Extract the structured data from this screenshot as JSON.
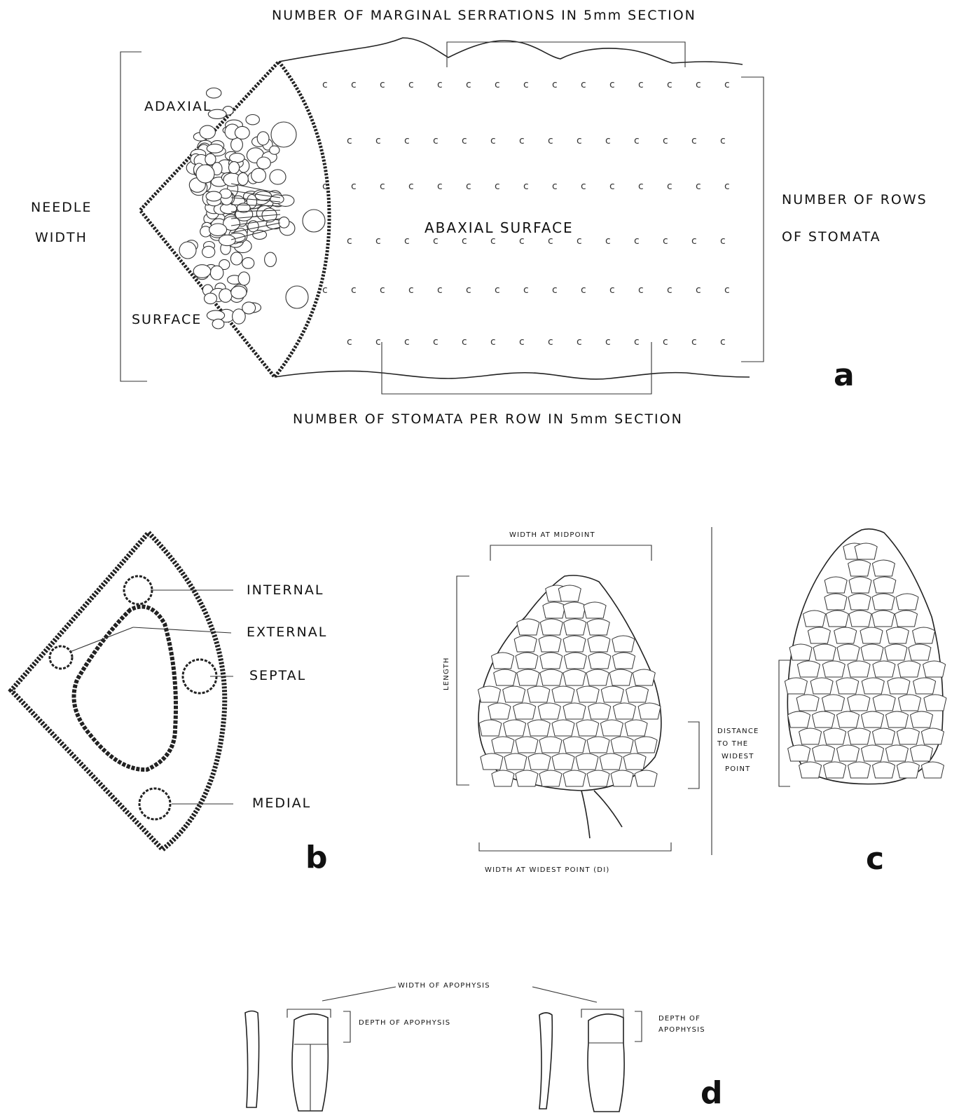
{
  "panel_a": {
    "title_top": "NUMBER OF MARGINAL SERRATIONS IN 5mm SECTION",
    "label_adaxial": "ADAXIAL",
    "label_surface": "SURFACE",
    "label_needle": "NEEDLE",
    "label_width": "WIDTH",
    "label_abaxial": "ABAXIAL SURFACE",
    "label_rows_1": "NUMBER OF ROWS",
    "label_rows_2": "OF STOMATA",
    "title_bottom": "NUMBER OF STOMATA PER ROW IN 5mm SECTION",
    "letter": "a"
  },
  "panel_b": {
    "label_internal": "INTERNAL",
    "label_external": "EXTERNAL",
    "label_septal": "SEPTAL",
    "label_medial": "MEDIAL",
    "letter": "b"
  },
  "panel_c": {
    "label_width_mid": "WIDTH AT MIDPOINT",
    "label_length": "LENGTH",
    "label_width_widest": "WIDTH AT WIDEST POINT (DI)",
    "label_distance_1": "DISTANCE",
    "label_distance_2": "TO THE",
    "label_distance_3": "WIDEST",
    "label_distance_4": "POINT",
    "letter": "c"
  },
  "panel_d": {
    "label_width_apo": "WIDTH OF APOPHYSIS",
    "label_depth_left": "DEPTH OF APOPHYSIS",
    "label_depth_right_1": "DEPTH OF",
    "label_depth_right_2": "APOPHYSIS",
    "letter": "d"
  },
  "colors": {
    "ink": "#111111",
    "background": "#ffffff"
  }
}
